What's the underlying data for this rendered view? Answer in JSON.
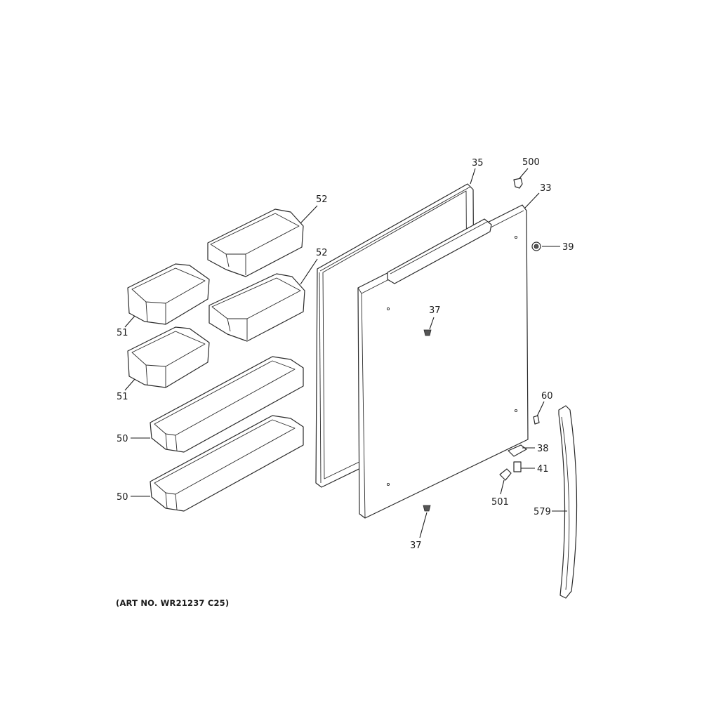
{
  "art_number": "(ART NO. WR21237 C25)",
  "callouts": {
    "c35": "35",
    "c500": "500",
    "c33": "33",
    "c39": "39",
    "c52a": "52",
    "c52b": "52",
    "c51a": "51",
    "c51b": "51",
    "c37a": "37",
    "c37b": "37",
    "c60": "60",
    "c38": "38",
    "c41": "41",
    "c501": "501",
    "c579": "579",
    "c50a": "50",
    "c50b": "50"
  }
}
